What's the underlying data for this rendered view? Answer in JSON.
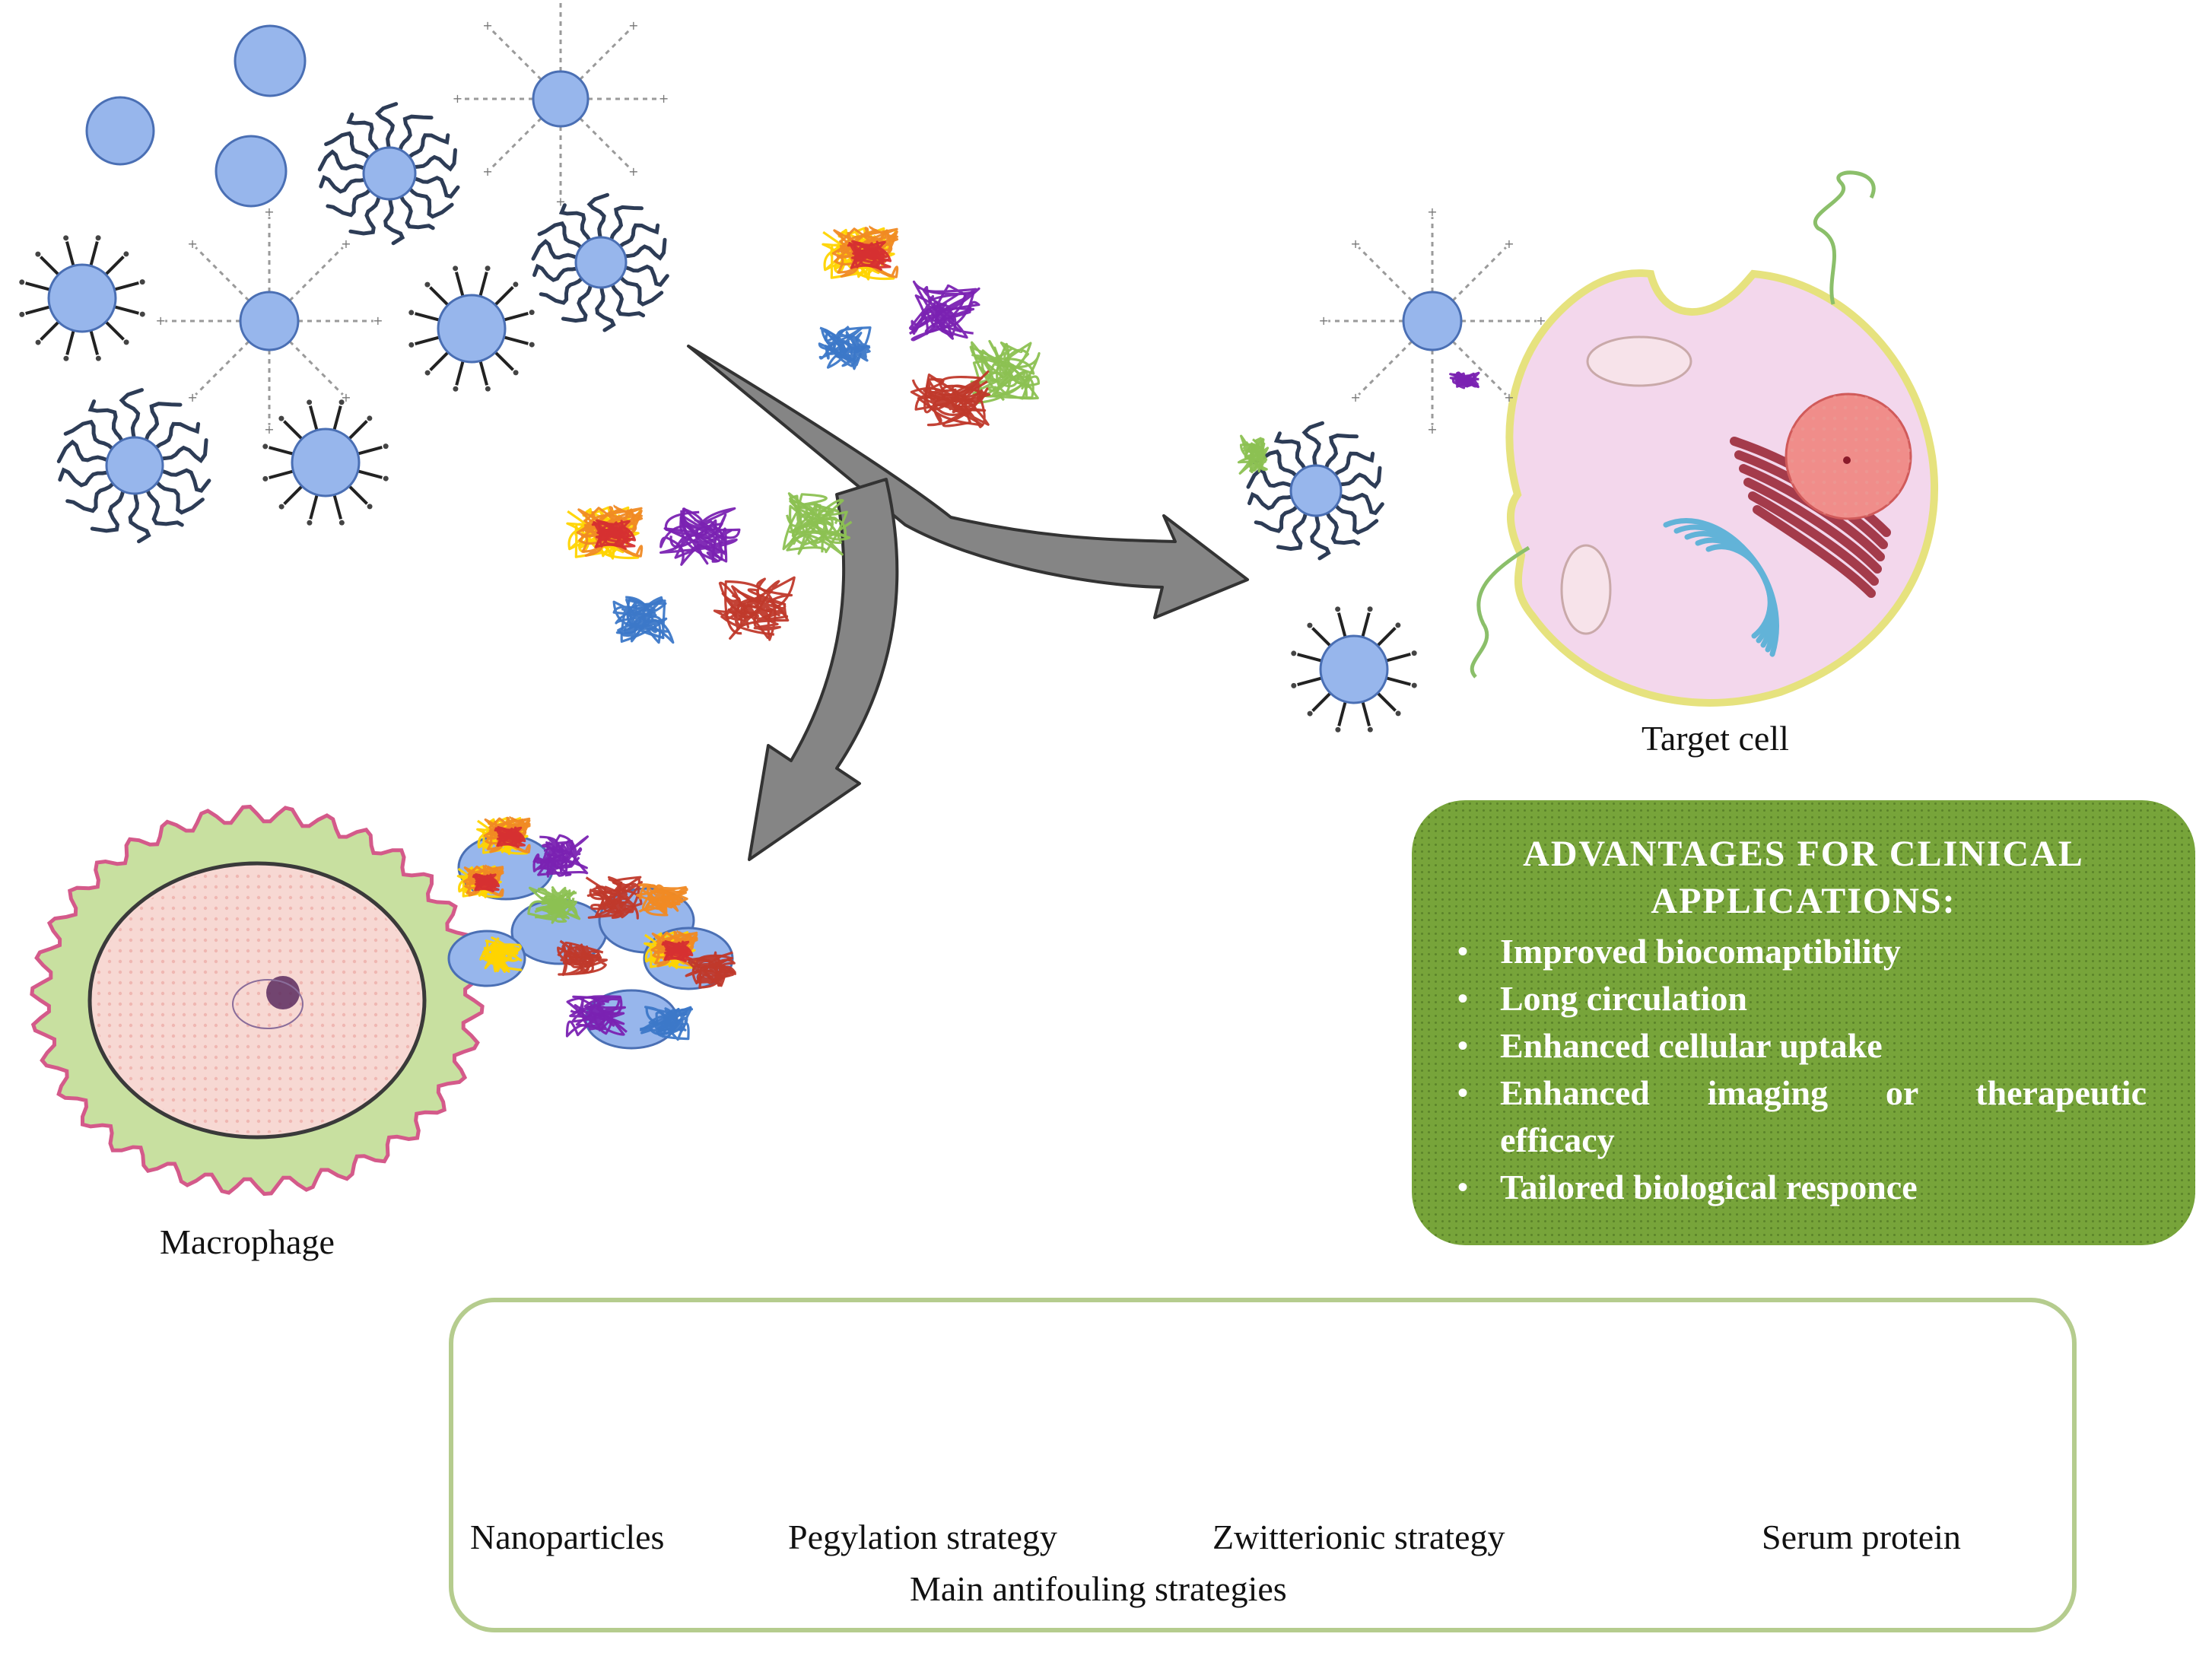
{
  "labels": {
    "target_cell": "Target  cell",
    "macrophage": "Macrophage"
  },
  "advantages": {
    "title_line1": "ADVANTAGES  FOR CLINICAL",
    "title_line2": "APPLICATIONS:",
    "items": [
      "Improved biocomaptibility",
      "Long circulation",
      "Enhanced cellular uptake",
      "Enhanced  imaging  or  therapeutic efficacy",
      "Tailored biological  responce"
    ]
  },
  "legend": {
    "nanoparticles": "Nanoparticles",
    "pegylation": "Pegylation strategy",
    "zwitterionic": "Zwitterionic strategy",
    "serum_protein": "Serum protein",
    "main_strategies": "Main antifouling  strategies"
  },
  "colors": {
    "nanoparticle": "#97b6ec",
    "nanoparticle_outline": "#4a6fb4",
    "peg_chain": "#2d3c56",
    "arrow": "#858585",
    "advantages_bg": "#77a43a",
    "legend_border": "#b5cc8e",
    "cell_membrane": "#e6e27e",
    "cell_cytoplasm": "#f3d7ec",
    "nucleus": "#f08d8a",
    "macrophage_ring": "#c8e0a0",
    "macrophage_membrane": "#d45a8a",
    "protein_colors": [
      "#ffd400",
      "#7a22b2",
      "#8cc152",
      "#3c78c8",
      "#c0392b",
      "#f08a24"
    ]
  }
}
